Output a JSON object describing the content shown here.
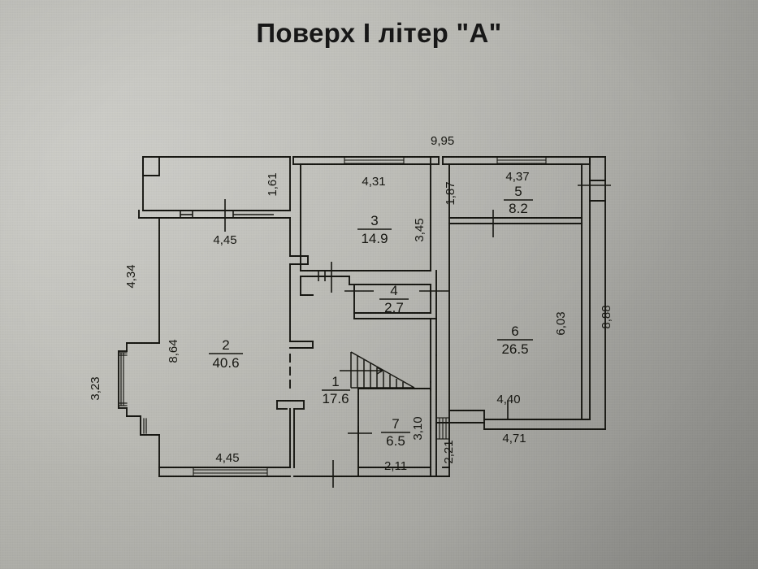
{
  "document": {
    "title": "Поверх I літер \"А\"",
    "type": "floor-plan",
    "background_color": "#b5b5b0",
    "line_color": "#14140f"
  },
  "rooms": [
    {
      "number": "1",
      "area": "17.6",
      "name": "room-1"
    },
    {
      "number": "2",
      "area": "40.6",
      "name": "room-2"
    },
    {
      "number": "3",
      "area": "14.9",
      "name": "room-3"
    },
    {
      "number": "4",
      "area": "2.7",
      "name": "room-4"
    },
    {
      "number": "5",
      "area": "8.2",
      "name": "room-5"
    },
    {
      "number": "6",
      "area": "26.5",
      "name": "room-6"
    },
    {
      "number": "7",
      "area": "6.5",
      "name": "room-7"
    }
  ],
  "dimensions": {
    "overall_top": "9,95",
    "overall_right": "8,88",
    "left_upper": "4,34",
    "left_lower": "3,23",
    "room2_width_top": "4,45",
    "room2_width_bottom": "4,45",
    "room2_height": "8,64",
    "top_small_wall": "1,61",
    "room3_width": "4,31",
    "room3_height": "3,45",
    "room5_width": "4,37",
    "room5_height": "1,87",
    "room6_height": "6,03",
    "room6_width_inner": "4,40",
    "room6_width_outer": "4,71",
    "room7_height": "3,10",
    "room7_width": "2,11",
    "right_bottom_small": "2,21"
  },
  "annotations": {
    "staircase": "staircase-with-direction-arrow"
  }
}
